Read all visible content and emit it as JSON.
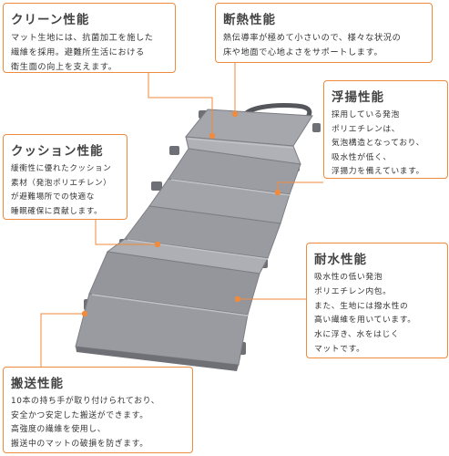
{
  "colors": {
    "accent": "#f08a3c",
    "mat": "#9a9ba1",
    "mat_dark": "#6f7075",
    "mat_light": "#b3b4ba"
  },
  "features": {
    "clean": {
      "title": "クリーン性能",
      "lines": [
        "マット生地には、抗菌加工を施した",
        "繊維を採用。避難所生活における",
        "衛生面の向上を支えます。"
      ]
    },
    "insulation": {
      "title": "断熱性能",
      "lines": [
        "熱伝導率が極めて小さいので、様々な状況の",
        "床や地面で心地よさをサポートします。"
      ]
    },
    "buoyancy": {
      "title": "浮揚性能",
      "lines": [
        "採用している発泡",
        "ポリエチレンは、",
        "気泡構造となっており、",
        "吸水性が低く、",
        "浮揚力を備えています。"
      ]
    },
    "cushion": {
      "title": "クッション性能",
      "lines": [
        "緩衝性に優れたクッション",
        "素材（発泡ポリエチレン）",
        "が避難場所での快適な",
        "睡眠確保に貢献します。"
      ]
    },
    "water": {
      "title": "耐水性能",
      "lines": [
        "吸水性の低い発泡",
        "ポリエチレン内包。",
        "また、生地には撥水性の",
        "高い繊維を用いています。",
        "水に浮き、水をはじく",
        "マットです。"
      ]
    },
    "transport": {
      "title": "搬送性能",
      "lines": [
        "10本の持ち手が取り付けられており、",
        "安全かつ安定した搬送ができます。",
        "高強度の繊維を使用し、",
        "搬送中のマットの破損を防ぎます。"
      ]
    }
  }
}
